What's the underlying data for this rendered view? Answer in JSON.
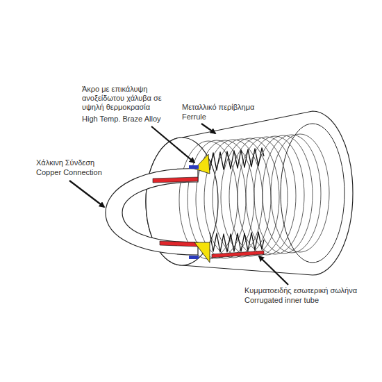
{
  "diagram": {
    "labels": [
      "Μεταλλικό περίβλημα",
      "Ferrule",
      "Άκρο με επικάλυψη ανοξείδωτου χάλυβα σε υψηλή θερμοκρασία",
      "High Temp. Braze Alloy",
      "Χάλκινη Σύνδεση",
      "Copper Connection",
      "Κυμματοειδής εσωτερική σωλήνα",
      "Corrugated inner tube"
    ]
  }
}
